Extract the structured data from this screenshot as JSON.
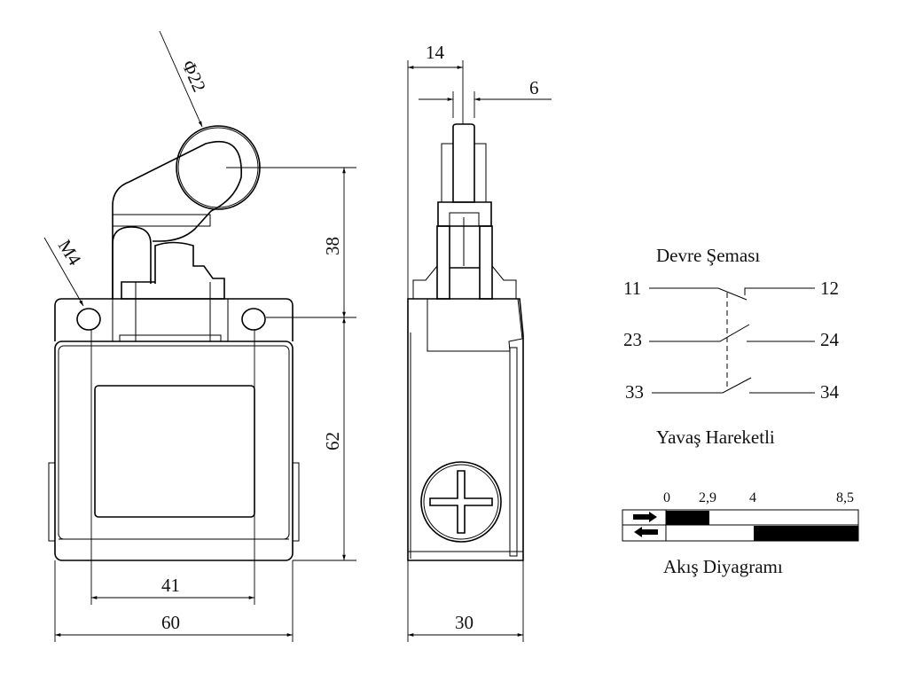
{
  "dimensions": {
    "roller_diameter": "Φ22",
    "mount_thread": "M4",
    "lever_height": "38",
    "body_height": "62",
    "hole_spacing": "41",
    "body_width": "60",
    "plunger_offset": "14",
    "roller_width": "6",
    "body_depth": "30"
  },
  "circuit": {
    "title": "Devre Şeması",
    "terminals": [
      "11",
      "12",
      "23",
      "24",
      "33",
      "34"
    ],
    "subtitle": "Yavaş Hareketli"
  },
  "flow": {
    "title": "Akış Diyagramı",
    "ticks": [
      "0",
      "2,9",
      "4",
      "8,5"
    ],
    "rows": [
      {
        "direction": "forward",
        "on_from": 0,
        "on_to": 2.9
      },
      {
        "direction": "return",
        "on_from": 4,
        "on_to": 8.5
      }
    ]
  }
}
